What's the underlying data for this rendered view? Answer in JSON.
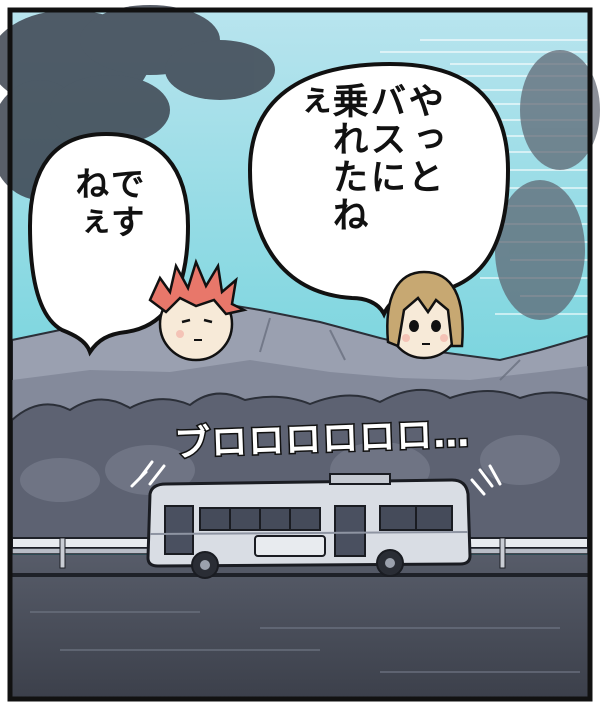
{
  "panel": {
    "speech_main": "やっと\nバスに\n乗れたね\nぇ",
    "speech_side": "です\nねぇ",
    "sound_effect": "ブロロロロロロ…",
    "icons": [
      "speech-bubble-icon",
      "bus-icon",
      "mountain-icon"
    ],
    "colors": {
      "sky_top": "#9fd6e6",
      "sky_bottom": "#4fc9d2",
      "mountain": "#8f95a6",
      "forest": "#5d6272",
      "road": "#454a57",
      "bus_body": "#d9dde4",
      "red_hair": "#e8776a",
      "blonde_hair": "#c7a872"
    }
  }
}
